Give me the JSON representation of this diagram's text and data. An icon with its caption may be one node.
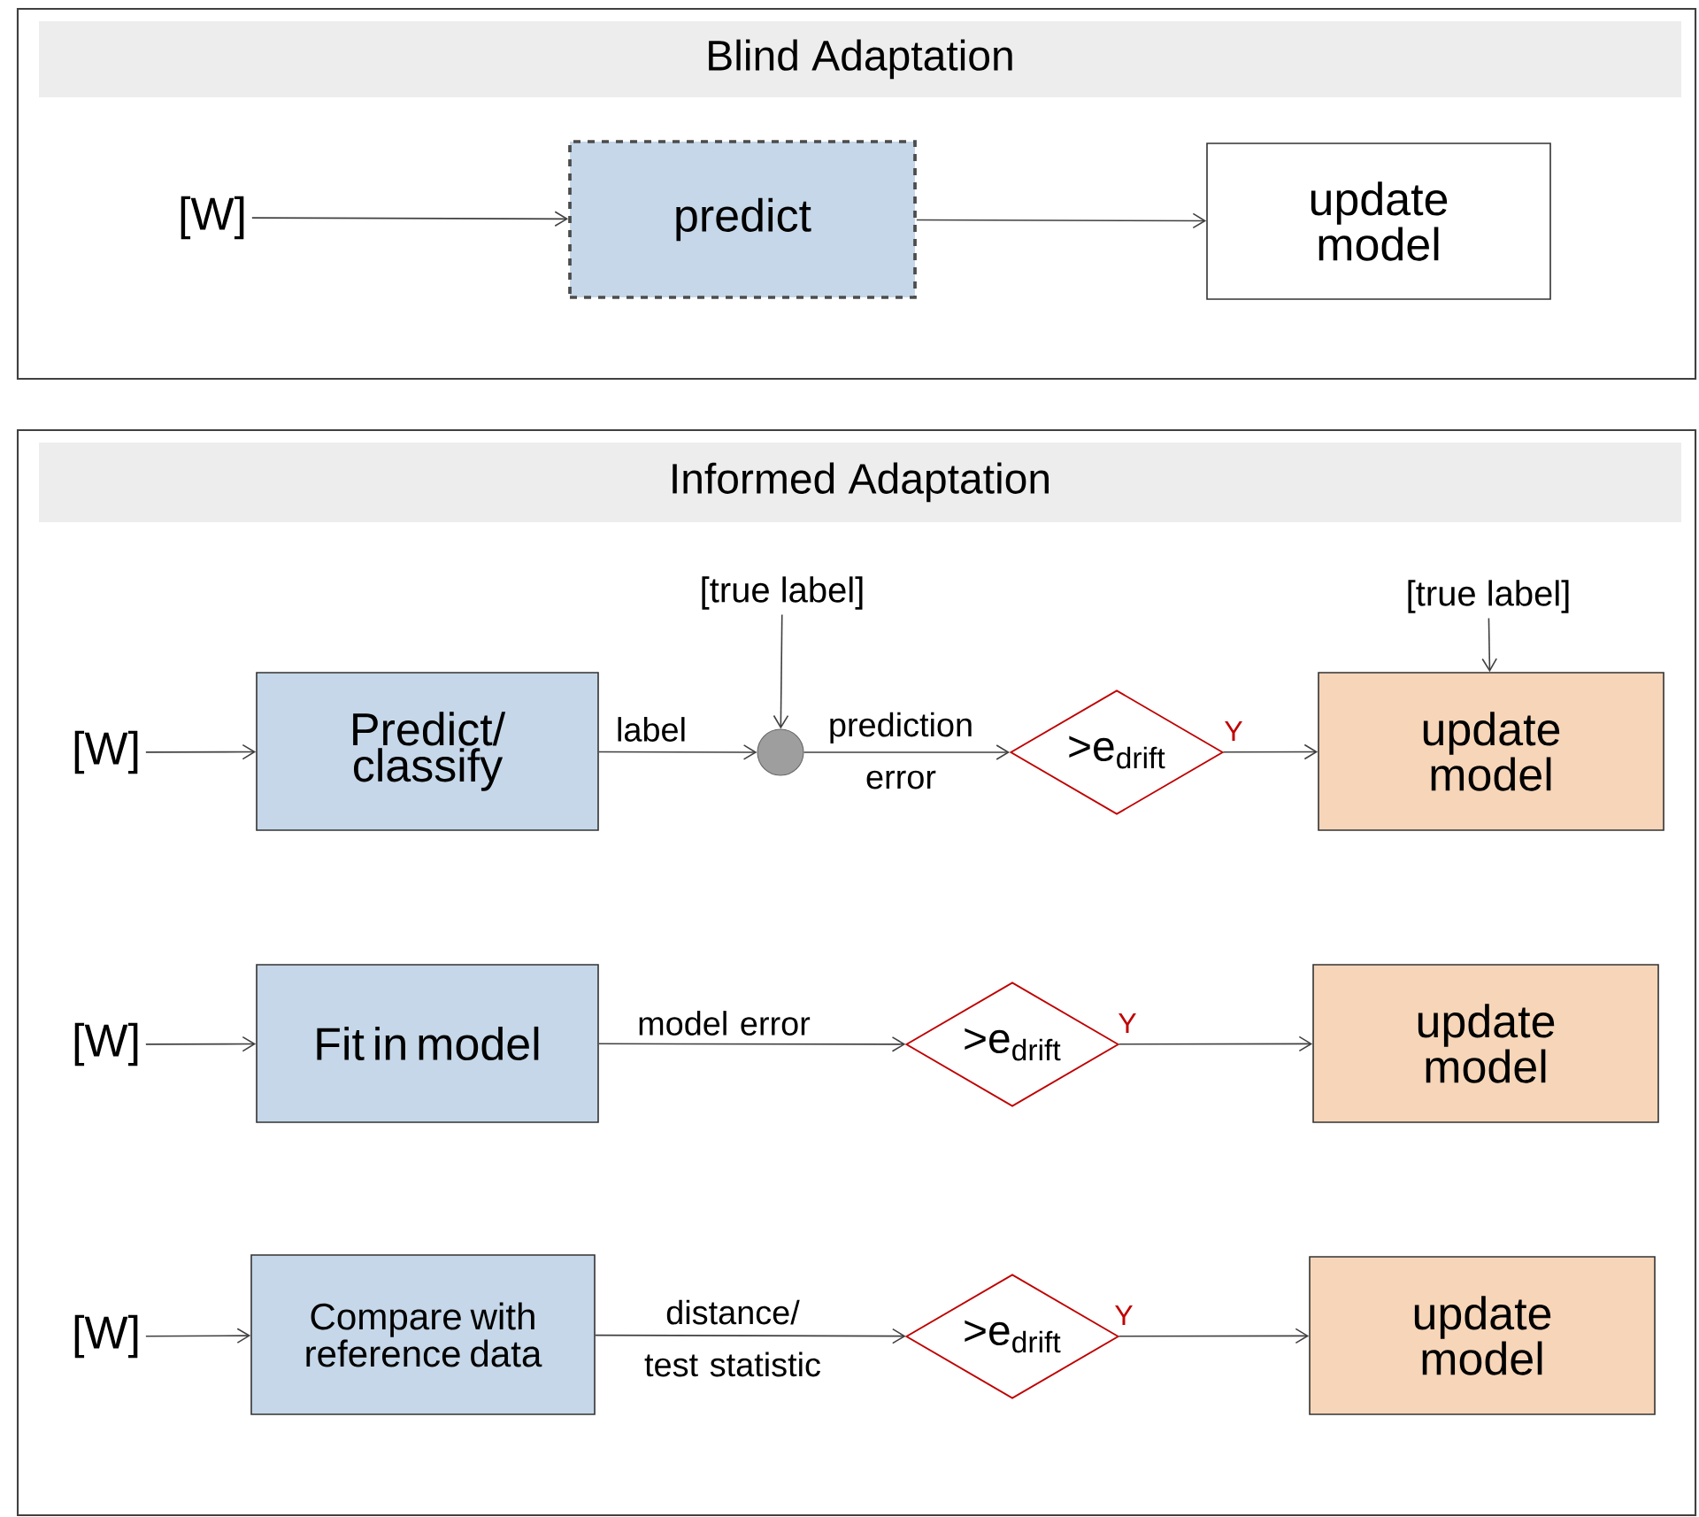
{
  "diagram": {
    "nodes": [
      {
        "text": [
          "Blind Adaptation"
        ]
      },
      {
        "text": [
          "[W]"
        ],
        "in": 0
      },
      {
        "text": [
          "predict"
        ],
        "in": 0
      },
      {
        "text": [
          "update model"
        ],
        "in": 0
      },
      {
        "text": [
          "Informed Adaptation"
        ]
      },
      {
        "text": [
          "[W]"
        ],
        "in": 4
      },
      {
        "text": [
          "Predict/ classify"
        ],
        "in": 4
      },
      {
        "text": [
          "[true label]"
        ],
        "in": 4
      },
      {
        "text": [],
        "shape": "circle",
        "in": 4
      },
      {
        "text": [
          ">e$_{drift}$"
        ],
        "in": 4
      },
      {
        "text": [
          "[true label]"
        ],
        "in": 4
      },
      {
        "text": [
          "update model"
        ],
        "in": 4
      },
      {
        "text": [
          "[W]"
        ],
        "in": 4
      },
      {
        "text": [
          "Fit in model"
        ],
        "in": 4
      },
      {
        "text": [
          ">e$_{drift}$"
        ],
        "in": 4
      },
      {
        "text": [
          "update model"
        ],
        "in": 4
      },
      {
        "text": [
          "[W]"
        ],
        "in": 4
      },
      {
        "text": [
          "Compare with reference data"
        ],
        "in": 4
      },
      {
        "text": [
          ">e$_{drift}$"
        ],
        "in": 4
      },
      {
        "text": [
          "update model"
        ],
        "in": 4
      }
    ],
    "edges": [
      {
        "from": 1,
        "to": 2,
        "arrow": "to"
      },
      {
        "from": 2,
        "to": 3,
        "arrow": "to"
      },
      {
        "from": 5,
        "to": 6,
        "arrow": "to"
      },
      {
        "from": 6,
        "to": 8,
        "arrow": "to",
        "label": "label"
      },
      {
        "from": 7,
        "to": 8,
        "arrow": "to"
      },
      {
        "from": 8,
        "to": 9,
        "arrow": "to",
        "label": "prediction error"
      },
      {
        "from": 9,
        "to": 11,
        "arrow": "to",
        "label": "Y"
      },
      {
        "from": 10,
        "to": 11,
        "arrow": "to"
      },
      {
        "from": 12,
        "to": 13,
        "arrow": "to"
      },
      {
        "from": 13,
        "to": 14,
        "arrow": "to",
        "label": "model error"
      },
      {
        "from": 14,
        "to": 15,
        "arrow": "to",
        "label": "Y"
      },
      {
        "from": 16,
        "to": 17,
        "arrow": "to"
      },
      {
        "from": 17,
        "to": 18,
        "arrow": "to",
        "label": "distance/ test statistic"
      },
      {
        "from": 18,
        "to": 19,
        "arrow": "to",
        "label": "Y"
      }
    ]
  }
}
